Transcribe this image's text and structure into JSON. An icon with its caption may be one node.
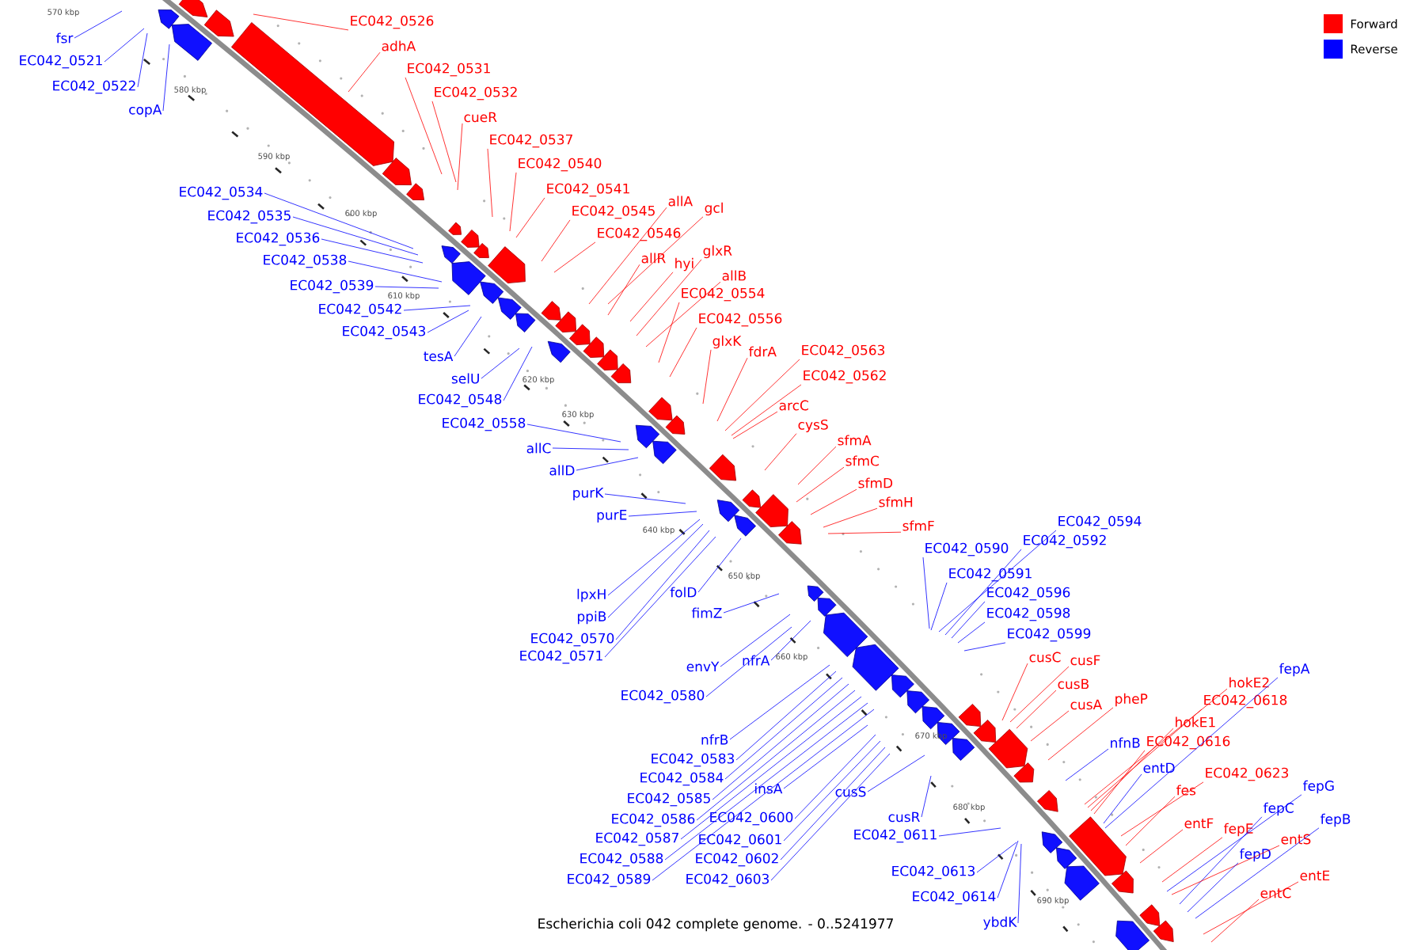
{
  "diagram": {
    "caption": "Escherichia coli 042 complete genome. - 0..5241977",
    "nodes": [
      {
        "text": [
          "fsr"
        ]
      },
      {
        "text": [
          "EC042_0521"
        ]
      },
      {
        "text": [
          "EC042_0522"
        ]
      },
      {
        "text": [
          "copA"
        ]
      },
      {
        "text": [
          "EC042_0526"
        ]
      },
      {
        "text": [
          "adhA"
        ]
      },
      {
        "text": [
          "EC042_0531"
        ]
      },
      {
        "text": [
          "EC042_0532"
        ]
      },
      {
        "text": [
          "cueR"
        ]
      },
      {
        "text": [
          "EC042_0537"
        ]
      },
      {
        "text": [
          "EC042_0540"
        ]
      },
      {
        "text": [
          "EC042_0541"
        ]
      },
      {
        "text": [
          "EC042_0534"
        ]
      },
      {
        "text": [
          "EC042_0535"
        ]
      },
      {
        "text": [
          "EC042_0536"
        ]
      },
      {
        "text": [
          "EC042_0545"
        ]
      },
      {
        "text": [
          "allA"
        ]
      },
      {
        "text": [
          "gcl"
        ]
      },
      {
        "text": [
          "EC042_0546"
        ]
      },
      {
        "text": [
          "EC042_0538"
        ]
      },
      {
        "text": [
          "allR"
        ]
      },
      {
        "text": [
          "hyi"
        ]
      },
      {
        "text": [
          "glxR"
        ]
      },
      {
        "text": [
          "allB"
        ]
      },
      {
        "text": [
          "EC042_0539"
        ]
      },
      {
        "text": [
          "EC042_0554"
        ]
      },
      {
        "text": [
          "EC042_0542"
        ]
      },
      {
        "text": [
          "EC042_0556"
        ]
      },
      {
        "text": [
          "EC042_0543"
        ]
      },
      {
        "text": [
          "glxK"
        ]
      },
      {
        "text": [
          "fdrA"
        ]
      },
      {
        "text": [
          "EC042_0563"
        ]
      },
      {
        "text": [
          "tesA"
        ]
      },
      {
        "text": [
          "EC042_0562"
        ]
      },
      {
        "text": [
          "selU"
        ]
      },
      {
        "text": [
          "EC042_0548"
        ]
      },
      {
        "text": [
          "arcC"
        ]
      },
      {
        "text": [
          "EC042_0558"
        ]
      },
      {
        "text": [
          "cysS"
        ]
      },
      {
        "text": [
          "sfmA"
        ]
      },
      {
        "text": [
          "allC"
        ]
      },
      {
        "text": [
          "sfmC"
        ]
      },
      {
        "text": [
          "allD"
        ]
      },
      {
        "text": [
          "sfmD"
        ]
      },
      {
        "text": [
          "purK"
        ]
      },
      {
        "text": [
          "sfmH"
        ]
      },
      {
        "text": [
          "purE"
        ]
      },
      {
        "text": [
          "EC042_0594"
        ]
      },
      {
        "text": [
          "sfmF"
        ]
      },
      {
        "text": [
          "EC042_0592"
        ]
      },
      {
        "text": [
          "EC042_0590"
        ]
      },
      {
        "text": [
          "EC042_0591"
        ]
      },
      {
        "text": [
          "folD"
        ]
      },
      {
        "text": [
          "EC042_0596"
        ]
      },
      {
        "text": [
          "lpxH"
        ]
      },
      {
        "text": [
          "fimZ"
        ]
      },
      {
        "text": [
          "EC042_0598"
        ]
      },
      {
        "text": [
          "ppiB"
        ]
      },
      {
        "text": [
          "EC042_0599"
        ]
      },
      {
        "text": [
          "EC042_0570"
        ]
      },
      {
        "text": [
          "cusC"
        ]
      },
      {
        "text": [
          "EC042_0571"
        ]
      },
      {
        "text": [
          "cusF"
        ]
      },
      {
        "text": [
          "nfrA"
        ]
      },
      {
        "text": [
          "envY"
        ]
      },
      {
        "text": [
          "fepA"
        ]
      },
      {
        "text": [
          "hokE2"
        ]
      },
      {
        "text": [
          "cusB"
        ]
      },
      {
        "text": [
          "EC042_0580"
        ]
      },
      {
        "text": [
          "pheP"
        ]
      },
      {
        "text": [
          "EC042_0618"
        ]
      },
      {
        "text": [
          "cusA"
        ]
      },
      {
        "text": [
          "hokE1"
        ]
      },
      {
        "text": [
          "nfrB"
        ]
      },
      {
        "text": [
          "nfnB"
        ]
      },
      {
        "text": [
          "EC042_0616"
        ]
      },
      {
        "text": [
          "EC042_0583"
        ]
      },
      {
        "text": [
          "entD"
        ]
      },
      {
        "text": [
          "EC042_0623"
        ]
      },
      {
        "text": [
          "EC042_0584"
        ]
      },
      {
        "text": [
          "fepG"
        ]
      },
      {
        "text": [
          "insA"
        ]
      },
      {
        "text": [
          "fes"
        ]
      },
      {
        "text": [
          "cusS"
        ]
      },
      {
        "text": [
          "EC042_0585"
        ]
      },
      {
        "text": [
          "fepC"
        ]
      },
      {
        "text": [
          "cusR"
        ]
      },
      {
        "text": [
          "EC042_0600"
        ]
      },
      {
        "text": [
          "EC042_0586"
        ]
      },
      {
        "text": [
          "fepB"
        ]
      },
      {
        "text": [
          "entF"
        ]
      },
      {
        "text": [
          "fepE"
        ]
      },
      {
        "text": [
          "EC042_0611"
        ]
      },
      {
        "text": [
          "EC042_0587"
        ]
      },
      {
        "text": [
          "entS"
        ]
      },
      {
        "text": [
          "EC042_0601"
        ]
      },
      {
        "text": [
          "fepD"
        ]
      },
      {
        "text": [
          "EC042_0588"
        ]
      },
      {
        "text": [
          "EC042_0602"
        ]
      },
      {
        "text": [
          "EC042_0613"
        ]
      },
      {
        "text": [
          "entE"
        ]
      },
      {
        "text": [
          "EC042_0589"
        ]
      },
      {
        "text": [
          "EC042_0603"
        ]
      },
      {
        "text": [
          "entC"
        ]
      },
      {
        "text": [
          "EC042_0614"
        ]
      },
      {
        "text": [
          "ybdK"
        ]
      }
    ],
    "edges": [
      {
        "from": 0,
        "to": null,
        "arrow": "none",
        "color": "#0000ff"
      },
      {
        "from": 1,
        "to": null,
        "arrow": "none",
        "color": "#0000ff"
      },
      {
        "from": 2,
        "to": null,
        "arrow": "none",
        "color": "#0000ff"
      },
      {
        "from": 3,
        "to": null,
        "arrow": "none",
        "color": "#0000ff"
      },
      {
        "from": 4,
        "to": null,
        "arrow": "none",
        "color": "#ff0000"
      },
      {
        "from": 5,
        "to": null,
        "arrow": "none",
        "color": "#ff0000"
      },
      {
        "from": 6,
        "to": null,
        "arrow": "none",
        "color": "#ff0000"
      },
      {
        "from": 7,
        "to": null,
        "arrow": "none",
        "color": "#ff0000"
      },
      {
        "from": 8,
        "to": null,
        "arrow": "none",
        "color": "#ff0000"
      },
      {
        "from": 9,
        "to": null,
        "arrow": "none",
        "color": "#ff0000"
      },
      {
        "from": 10,
        "to": null,
        "arrow": "none",
        "color": "#ff0000"
      },
      {
        "from": 11,
        "to": null,
        "arrow": "none",
        "color": "#ff0000"
      },
      {
        "from": 12,
        "to": null,
        "arrow": "none",
        "color": "#0000ff"
      },
      {
        "from": 13,
        "to": null,
        "arrow": "none",
        "color": "#0000ff"
      },
      {
        "from": 14,
        "to": null,
        "arrow": "none",
        "color": "#0000ff"
      },
      {
        "from": 15,
        "to": null,
        "arrow": "none",
        "color": "#ff0000"
      },
      {
        "from": 16,
        "to": null,
        "arrow": "none",
        "color": "#ff0000"
      },
      {
        "from": 17,
        "to": null,
        "arrow": "none",
        "color": "#ff0000"
      },
      {
        "from": 18,
        "to": null,
        "arrow": "none",
        "color": "#ff0000"
      },
      {
        "from": 19,
        "to": null,
        "arrow": "none",
        "color": "#0000ff"
      },
      {
        "from": 20,
        "to": null,
        "arrow": "none",
        "color": "#ff0000"
      },
      {
        "from": 21,
        "to": null,
        "arrow": "none",
        "color": "#ff0000"
      },
      {
        "from": 22,
        "to": null,
        "arrow": "none",
        "color": "#ff0000"
      },
      {
        "from": 23,
        "to": null,
        "arrow": "none",
        "color": "#ff0000"
      },
      {
        "from": 24,
        "to": null,
        "arrow": "none",
        "color": "#0000ff"
      },
      {
        "from": 25,
        "to": null,
        "arrow": "none",
        "color": "#ff0000"
      },
      {
        "from": 26,
        "to": null,
        "arrow": "none",
        "color": "#0000ff"
      },
      {
        "from": 27,
        "to": null,
        "arrow": "none",
        "color": "#ff0000"
      },
      {
        "from": 28,
        "to": null,
        "arrow": "none",
        "color": "#0000ff"
      },
      {
        "from": 29,
        "to": null,
        "arrow": "none",
        "color": "#ff0000"
      },
      {
        "from": 30,
        "to": null,
        "arrow": "none",
        "color": "#ff0000"
      },
      {
        "from": 31,
        "to": null,
        "arrow": "none",
        "color": "#ff0000"
      },
      {
        "from": 32,
        "to": null,
        "arrow": "none",
        "color": "#0000ff"
      },
      {
        "from": 33,
        "to": null,
        "arrow": "none",
        "color": "#ff0000"
      },
      {
        "from": 34,
        "to": null,
        "arrow": "none",
        "color": "#0000ff"
      },
      {
        "from": 35,
        "to": null,
        "arrow": "none",
        "color": "#0000ff"
      },
      {
        "from": 36,
        "to": null,
        "arrow": "none",
        "color": "#ff0000"
      },
      {
        "from": 37,
        "to": null,
        "arrow": "none",
        "color": "#0000ff"
      },
      {
        "from": 38,
        "to": null,
        "arrow": "none",
        "color": "#ff0000"
      },
      {
        "from": 39,
        "to": null,
        "arrow": "none",
        "color": "#ff0000"
      },
      {
        "from": 40,
        "to": null,
        "arrow": "none",
        "color": "#0000ff"
      },
      {
        "from": 41,
        "to": null,
        "arrow": "none",
        "color": "#ff0000"
      },
      {
        "from": 42,
        "to": null,
        "arrow": "none",
        "color": "#0000ff"
      },
      {
        "from": 43,
        "to": null,
        "arrow": "none",
        "color": "#ff0000"
      },
      {
        "from": 44,
        "to": null,
        "arrow": "none",
        "color": "#0000ff"
      },
      {
        "from": 45,
        "to": null,
        "arrow": "none",
        "color": "#ff0000"
      },
      {
        "from": 46,
        "to": null,
        "arrow": "none",
        "color": "#0000ff"
      },
      {
        "from": 47,
        "to": null,
        "arrow": "none",
        "color": "#0000ff"
      },
      {
        "from": 48,
        "to": null,
        "arrow": "none",
        "color": "#ff0000"
      },
      {
        "from": 49,
        "to": null,
        "arrow": "none",
        "color": "#0000ff"
      },
      {
        "from": 50,
        "to": null,
        "arrow": "none",
        "color": "#0000ff"
      },
      {
        "from": 51,
        "to": null,
        "arrow": "none",
        "color": "#0000ff"
      },
      {
        "from": 52,
        "to": null,
        "arrow": "none",
        "color": "#0000ff"
      },
      {
        "from": 53,
        "to": null,
        "arrow": "none",
        "color": "#0000ff"
      },
      {
        "from": 54,
        "to": null,
        "arrow": "none",
        "color": "#0000ff"
      },
      {
        "from": 55,
        "to": null,
        "arrow": "none",
        "color": "#0000ff"
      },
      {
        "from": 56,
        "to": null,
        "arrow": "none",
        "color": "#0000ff"
      },
      {
        "from": 57,
        "to": null,
        "arrow": "none",
        "color": "#0000ff"
      },
      {
        "from": 58,
        "to": null,
        "arrow": "none",
        "color": "#0000ff"
      },
      {
        "from": 59,
        "to": null,
        "arrow": "none",
        "color": "#0000ff"
      },
      {
        "from": 60,
        "to": null,
        "arrow": "none",
        "color": "#ff0000"
      },
      {
        "from": 61,
        "to": null,
        "arrow": "none",
        "color": "#0000ff"
      },
      {
        "from": 62,
        "to": null,
        "arrow": "none",
        "color": "#ff0000"
      },
      {
        "from": 63,
        "to": null,
        "arrow": "none",
        "color": "#0000ff"
      },
      {
        "from": 64,
        "to": null,
        "arrow": "none",
        "color": "#0000ff"
      },
      {
        "from": 65,
        "to": null,
        "arrow": "none",
        "color": "#0000ff"
      },
      {
        "from": 66,
        "to": null,
        "arrow": "none",
        "color": "#ff0000"
      },
      {
        "from": 67,
        "to": null,
        "arrow": "none",
        "color": "#ff0000"
      },
      {
        "from": 68,
        "to": null,
        "arrow": "none",
        "color": "#0000ff"
      },
      {
        "from": 69,
        "to": null,
        "arrow": "none",
        "color": "#ff0000"
      },
      {
        "from": 70,
        "to": null,
        "arrow": "none",
        "color": "#ff0000"
      },
      {
        "from": 71,
        "to": null,
        "arrow": "none",
        "color": "#ff0000"
      },
      {
        "from": 72,
        "to": null,
        "arrow": "none",
        "color": "#ff0000"
      },
      {
        "from": 73,
        "to": null,
        "arrow": "none",
        "color": "#0000ff"
      },
      {
        "from": 74,
        "to": null,
        "arrow": "none",
        "color": "#0000ff"
      },
      {
        "from": 75,
        "to": null,
        "arrow": "none",
        "color": "#ff0000"
      },
      {
        "from": 76,
        "to": null,
        "arrow": "none",
        "color": "#0000ff"
      },
      {
        "from": 77,
        "to": null,
        "arrow": "none",
        "color": "#0000ff"
      },
      {
        "from": 78,
        "to": null,
        "arrow": "none",
        "color": "#ff0000"
      },
      {
        "from": 79,
        "to": null,
        "arrow": "none",
        "color": "#0000ff"
      },
      {
        "from": 80,
        "to": null,
        "arrow": "none",
        "color": "#0000ff"
      },
      {
        "from": 81,
        "to": null,
        "arrow": "none",
        "color": "#0000ff"
      },
      {
        "from": 82,
        "to": null,
        "arrow": "none",
        "color": "#ff0000"
      },
      {
        "from": 83,
        "to": null,
        "arrow": "none",
        "color": "#0000ff"
      },
      {
        "from": 84,
        "to": null,
        "arrow": "none",
        "color": "#0000ff"
      },
      {
        "from": 85,
        "to": null,
        "arrow": "none",
        "color": "#0000ff"
      },
      {
        "from": 86,
        "to": null,
        "arrow": "none",
        "color": "#0000ff"
      },
      {
        "from": 87,
        "to": null,
        "arrow": "none",
        "color": "#0000ff"
      },
      {
        "from": 88,
        "to": null,
        "arrow": "none",
        "color": "#0000ff"
      },
      {
        "from": 89,
        "to": null,
        "arrow": "none",
        "color": "#0000ff"
      },
      {
        "from": 90,
        "to": null,
        "arrow": "none",
        "color": "#ff0000"
      },
      {
        "from": 91,
        "to": null,
        "arrow": "none",
        "color": "#ff0000"
      },
      {
        "from": 92,
        "to": null,
        "arrow": "none",
        "color": "#0000ff"
      },
      {
        "from": 93,
        "to": null,
        "arrow": "none",
        "color": "#0000ff"
      },
      {
        "from": 94,
        "to": null,
        "arrow": "none",
        "color": "#ff0000"
      },
      {
        "from": 95,
        "to": null,
        "arrow": "none",
        "color": "#0000ff"
      },
      {
        "from": 96,
        "to": null,
        "arrow": "none",
        "color": "#0000ff"
      },
      {
        "from": 97,
        "to": null,
        "arrow": "none",
        "color": "#0000ff"
      },
      {
        "from": 98,
        "to": null,
        "arrow": "none",
        "color": "#0000ff"
      },
      {
        "from": 99,
        "to": null,
        "arrow": "none",
        "color": "#0000ff"
      },
      {
        "from": 100,
        "to": null,
        "arrow": "none",
        "color": "#ff0000"
      },
      {
        "from": 101,
        "to": null,
        "arrow": "none",
        "color": "#0000ff"
      },
      {
        "from": 102,
        "to": null,
        "arrow": "none",
        "color": "#0000ff"
      },
      {
        "from": 103,
        "to": null,
        "arrow": "none",
        "color": "#ff0000"
      },
      {
        "from": 104,
        "to": null,
        "arrow": "none",
        "color": "#0000ff"
      },
      {
        "from": 105,
        "to": null,
        "arrow": "none",
        "color": "#0000ff"
      }
    ],
    "labels": [
      "570 kbp",
      "580 kbp",
      "590 kbp",
      "600 kbp",
      "610 kbp",
      "620 kbp",
      "630 kbp",
      "640 kbp",
      "650 kbp",
      "660 kbp",
      "670 kbp",
      "680 kbp",
      "690 kbp"
    ],
    "legend": [
      {
        "text": "Forward",
        "color": "#ff0000"
      },
      {
        "text": "Reverse",
        "color": "#0000ff"
      }
    ]
  }
}
